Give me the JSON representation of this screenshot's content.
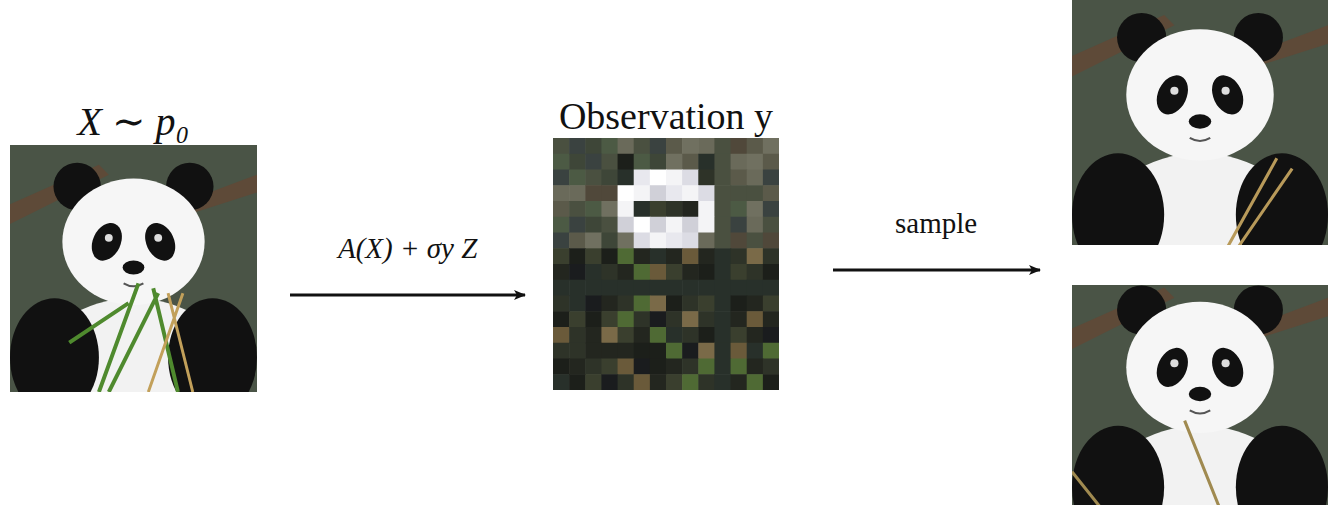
{
  "diagram": {
    "nodes": [
      {
        "text": [
          "X ∼ p₀"
        ]
      },
      {
        "text": [
          "Observation y"
        ]
      }
    ],
    "edges": [
      {
        "from": 0,
        "to": 1,
        "arrow": "to",
        "label": "A(X) + σy Z"
      }
    ],
    "labels": [
      "sample"
    ]
  }
}
